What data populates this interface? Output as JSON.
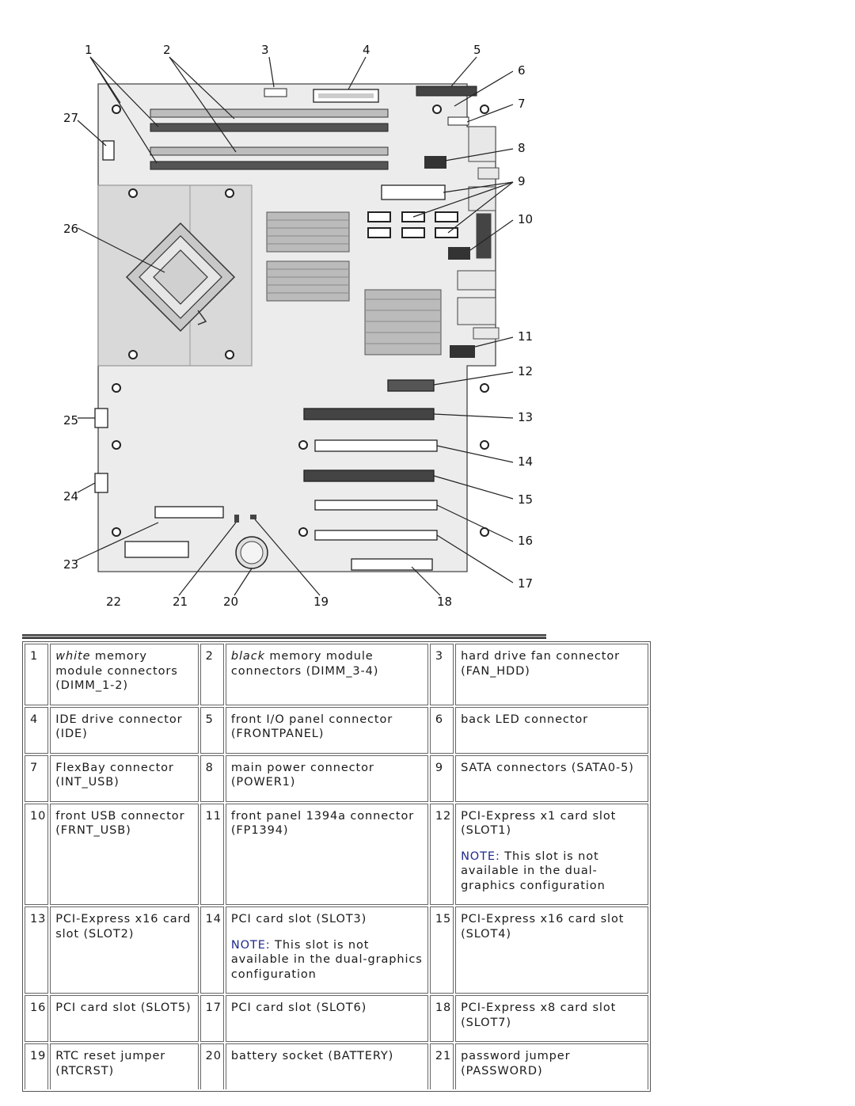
{
  "diagram": {
    "callouts": [
      "1",
      "2",
      "3",
      "4",
      "5",
      "6",
      "7",
      "8",
      "9",
      "10",
      "11",
      "12",
      "13",
      "14",
      "15",
      "16",
      "17",
      "18",
      "19",
      "20",
      "21",
      "22",
      "23",
      "24",
      "25",
      "26",
      "27"
    ]
  },
  "legend": {
    "note_label": "NOTE:",
    "rows": [
      [
        {
          "num": "1",
          "emph": "white",
          "text": " memory module connectors (DIMM_1-2)"
        },
        {
          "num": "2",
          "emph": "black",
          "text": " memory module connectors (DIMM_3-4)"
        },
        {
          "num": "3",
          "emph": "",
          "text": "hard drive fan connector (FAN_HDD)"
        }
      ],
      [
        {
          "num": "4",
          "emph": "",
          "text": "IDE drive connector (IDE)"
        },
        {
          "num": "5",
          "emph": "",
          "text": "front I/O panel connector (FRONTPANEL)"
        },
        {
          "num": "6",
          "emph": "",
          "text": "back LED connector"
        }
      ],
      [
        {
          "num": "7",
          "emph": "",
          "text": "FlexBay connector (INT_USB)"
        },
        {
          "num": "8",
          "emph": "",
          "text": "main power connector (POWER1)"
        },
        {
          "num": "9",
          "emph": "",
          "text": "SATA connectors (SATA0-5)"
        }
      ],
      [
        {
          "num": "10",
          "emph": "",
          "text": "front USB connector (FRNT_USB)"
        },
        {
          "num": "11",
          "emph": "",
          "text": "front panel 1394a connector (FP1394)"
        },
        {
          "num": "12",
          "emph": "",
          "text": "PCI-Express x1 card slot (SLOT1)",
          "note": " This slot is not available in the dual-graphics configuration"
        }
      ],
      [
        {
          "num": "13",
          "emph": "",
          "text": "PCI-Express x16 card slot (SLOT2)"
        },
        {
          "num": "14",
          "emph": "",
          "text": "PCI card slot (SLOT3)",
          "note": " This slot is not available in the dual-graphics configuration"
        },
        {
          "num": "15",
          "emph": "",
          "text": "PCI-Express x16 card slot (SLOT4)"
        }
      ],
      [
        {
          "num": "16",
          "emph": "",
          "text": "PCI card slot (SLOT5)"
        },
        {
          "num": "17",
          "emph": "",
          "text": "PCI card slot (SLOT6)"
        },
        {
          "num": "18",
          "emph": "",
          "text": "PCI-Express x8 card slot (SLOT7)"
        }
      ],
      [
        {
          "num": "19",
          "emph": "",
          "text": "RTC reset jumper (RTCRST)"
        },
        {
          "num": "20",
          "emph": "",
          "text": "battery socket (BATTERY)"
        },
        {
          "num": "21",
          "emph": "",
          "text": "password jumper (PASSWORD)"
        }
      ]
    ]
  }
}
